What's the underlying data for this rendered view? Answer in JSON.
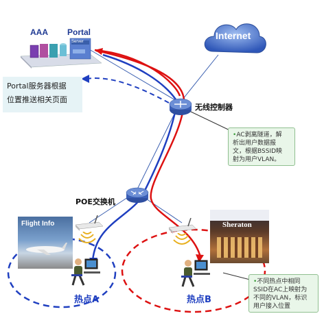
{
  "labels": {
    "aaa": "AAA",
    "portal": "Portal",
    "server": "Server",
    "internet": "Internet",
    "wireless_controller": "无线控制器",
    "poe_switch": "POE交换机",
    "hotspot_a": "热点A",
    "hotspot_b": "热点B",
    "flight_info": "Flight Info",
    "sheraton": "Sheraton"
  },
  "portal_note": {
    "line1": "Portal服务器根据",
    "line2": "位置推送相关页面"
  },
  "ac_note": {
    "bullet": "•",
    "line1": "AC剥离隧道，解",
    "line2": "析出用户数据报",
    "line3": "文，根据BSSID映",
    "line4": "射为用户VLAN。"
  },
  "ssid_note": {
    "bullet": "•",
    "line1": "不同热点中相同",
    "line2": "SSID在AC上映射为",
    "line3": "不同的VLAN，标识",
    "line4": "用户接入位置"
  },
  "colors": {
    "red_path": "#dd1111",
    "blue_path": "#1f3fc0",
    "thin_link": "#3a5fb0",
    "note_bg": "#e9f6e9",
    "portal_note_bg": "#e6f3f6",
    "internet_cloud": "#3e67c6"
  }
}
